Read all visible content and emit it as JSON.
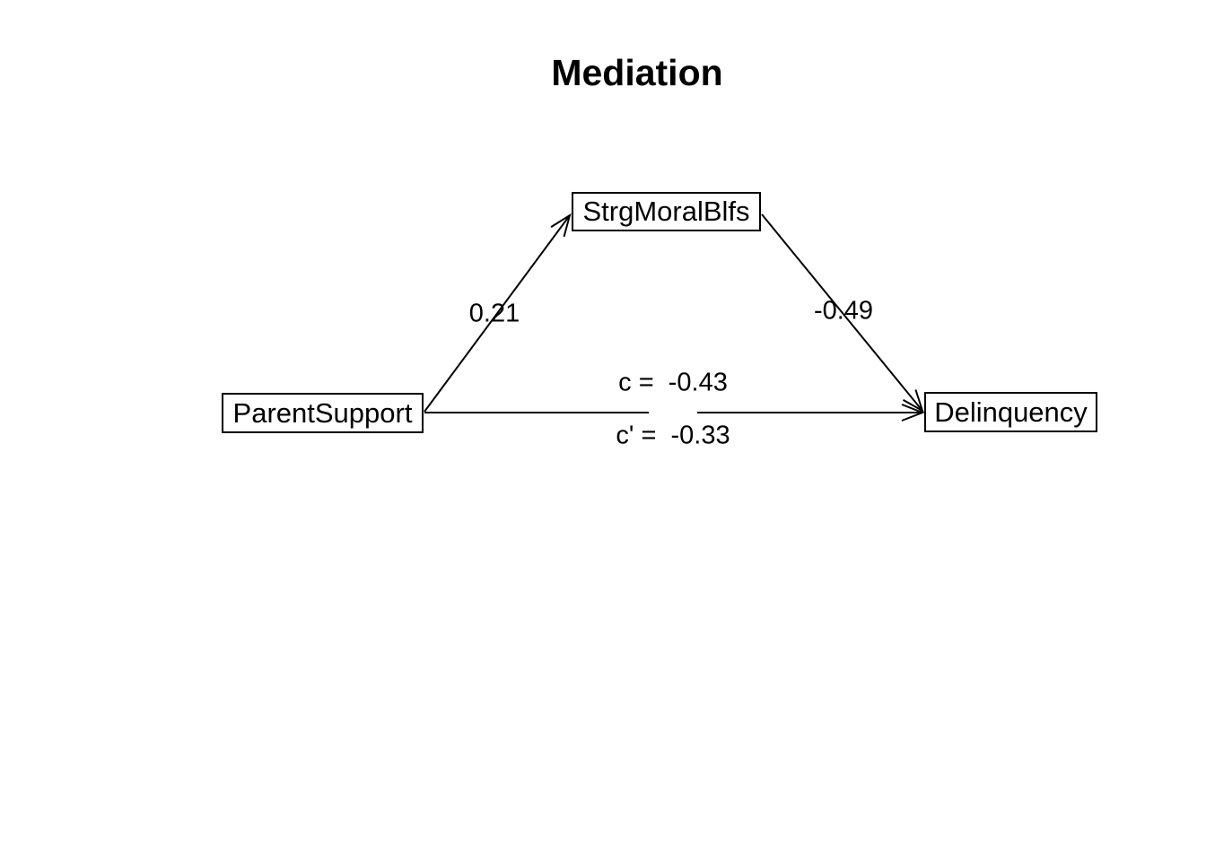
{
  "title": "Mediation",
  "diagram": {
    "type": "mediation-path-diagram",
    "nodes": [
      {
        "id": "predictor",
        "label": "ParentSupport"
      },
      {
        "id": "mediator",
        "label": "StrgMoralBlfs"
      },
      {
        "id": "outcome",
        "label": "Delinquency"
      }
    ],
    "paths": [
      {
        "id": "a",
        "from": "ParentSupport",
        "to": "StrgMoralBlfs",
        "label": "0.21"
      },
      {
        "id": "b",
        "from": "StrgMoralBlfs",
        "to": "Delinquency",
        "label": "-0.49"
      },
      {
        "id": "c_total",
        "from": "ParentSupport",
        "to": "Delinquency",
        "label": "c =  -0.43"
      },
      {
        "id": "c_direct",
        "from": "ParentSupport",
        "to": "Delinquency",
        "label": "c' =  -0.33"
      }
    ]
  },
  "colors": {
    "background": "#ffffff",
    "line": "#000000",
    "text": "#000000"
  }
}
